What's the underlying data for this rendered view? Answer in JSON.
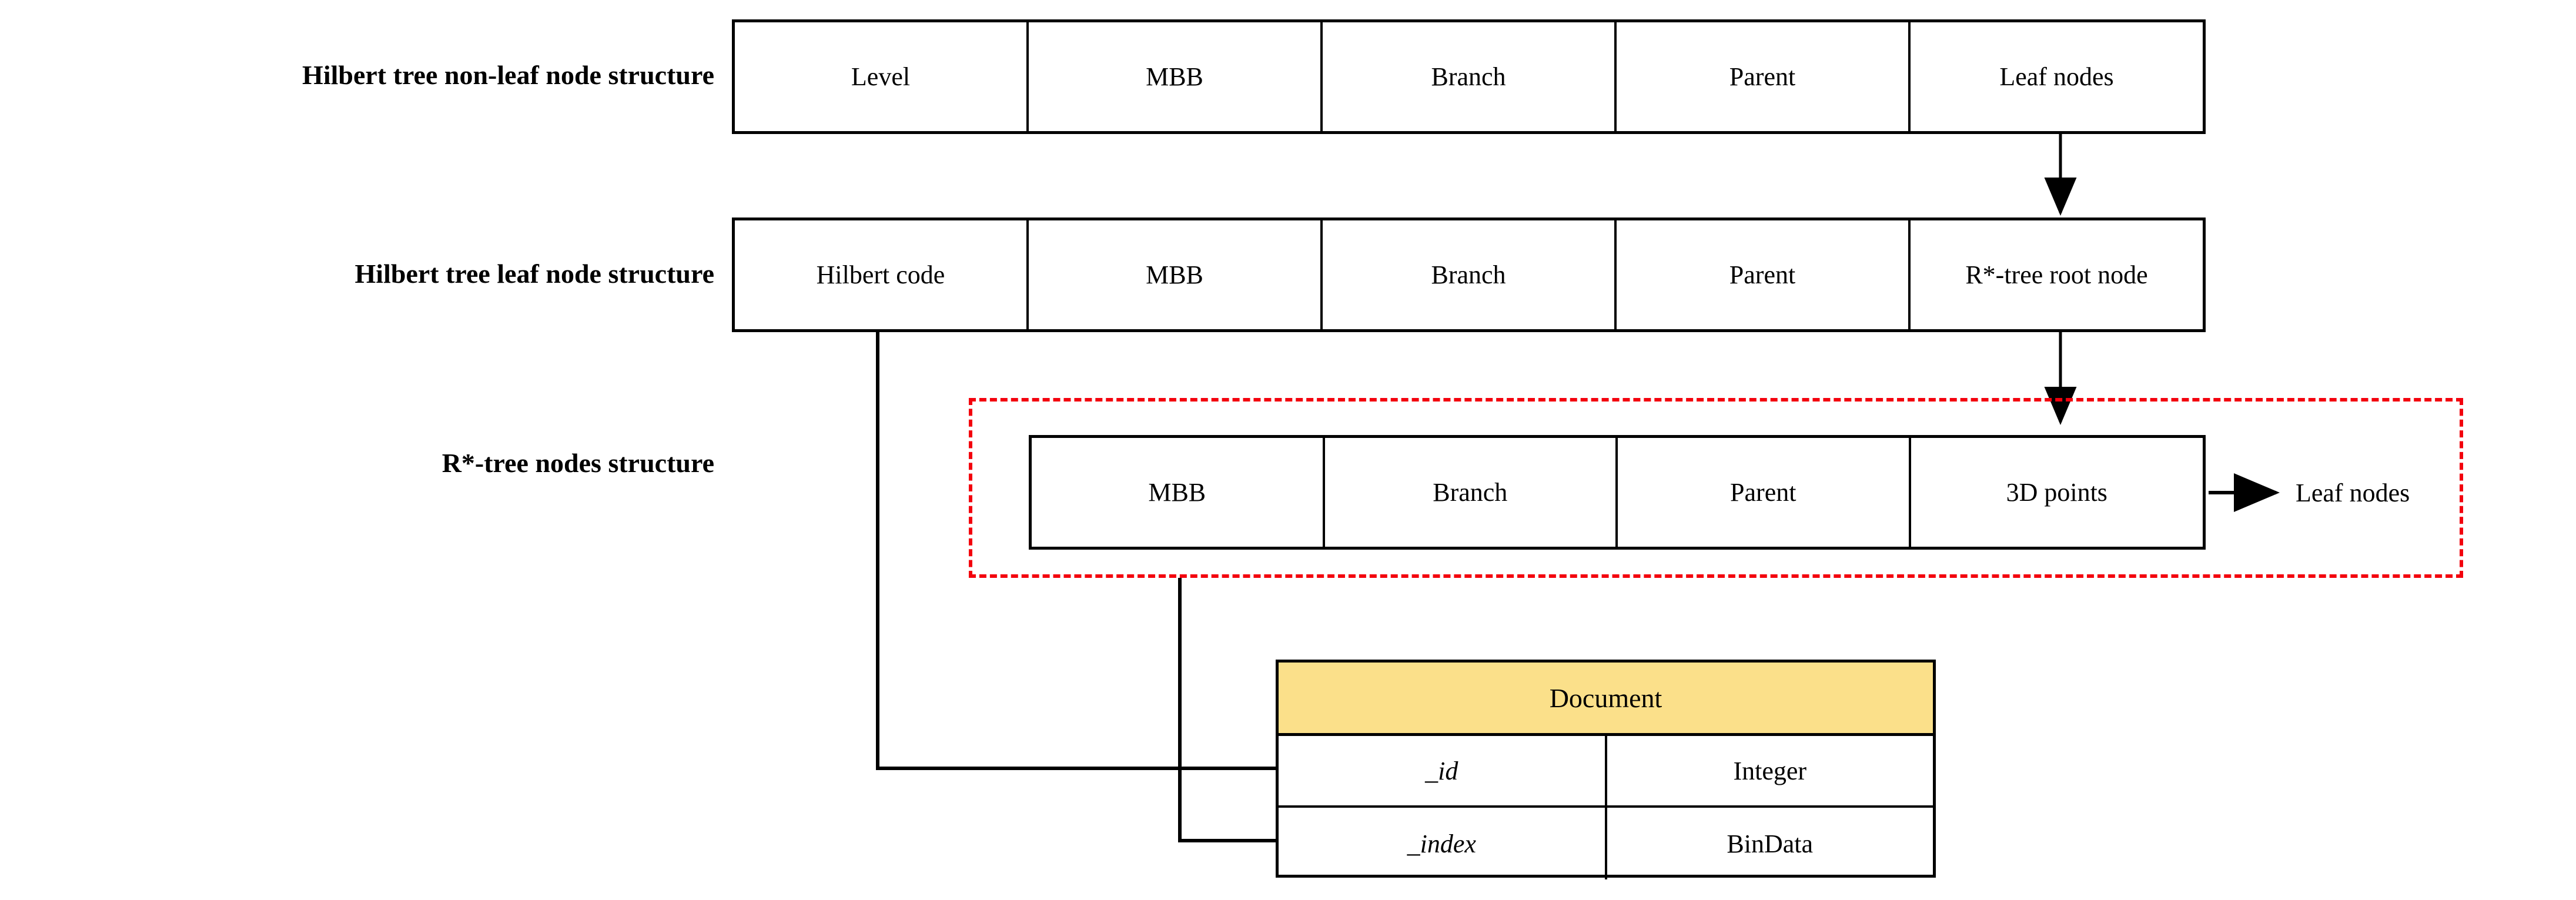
{
  "labels": {
    "nonleaf": "Hilbert tree non-leaf node structure",
    "leaf": "Hilbert tree leaf node structure",
    "rstar": "R*-tree nodes structure"
  },
  "rows": {
    "nonleaf_cells": [
      "Level",
      "MBB",
      "Branch",
      "Parent",
      "Leaf nodes"
    ],
    "leaf_cells": [
      "Hilbert code",
      "MBB",
      "Branch",
      "Parent",
      "R*-tree root node"
    ],
    "rstar_cells": [
      "MBB",
      "Branch",
      "Parent",
      "3D points"
    ]
  },
  "annotations": {
    "rstar_leaf_nodes": "Leaf nodes"
  },
  "document": {
    "title": "Document",
    "fields": [
      {
        "name": "_id",
        "type": "Integer"
      },
      {
        "name": "_index",
        "type": "BinData"
      }
    ]
  },
  "colors": {
    "highlight_border": "#f3000d",
    "document_header_fill": "#fbe08a",
    "line": "#000000"
  }
}
